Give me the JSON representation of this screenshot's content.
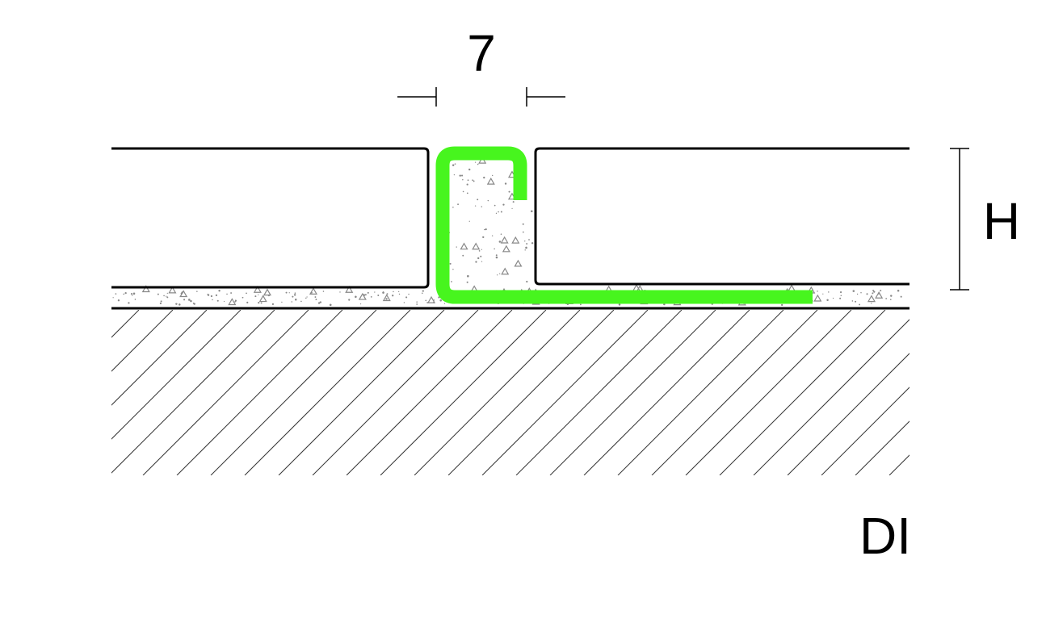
{
  "labels": {
    "gap_dimension": "7",
    "height_dimension": "H",
    "profile_code": "DI"
  },
  "colors": {
    "profile": "#47f51e",
    "line": "#000000",
    "hatch": "#333333",
    "mortar_speck": "#888888",
    "background": "#ffffff"
  }
}
